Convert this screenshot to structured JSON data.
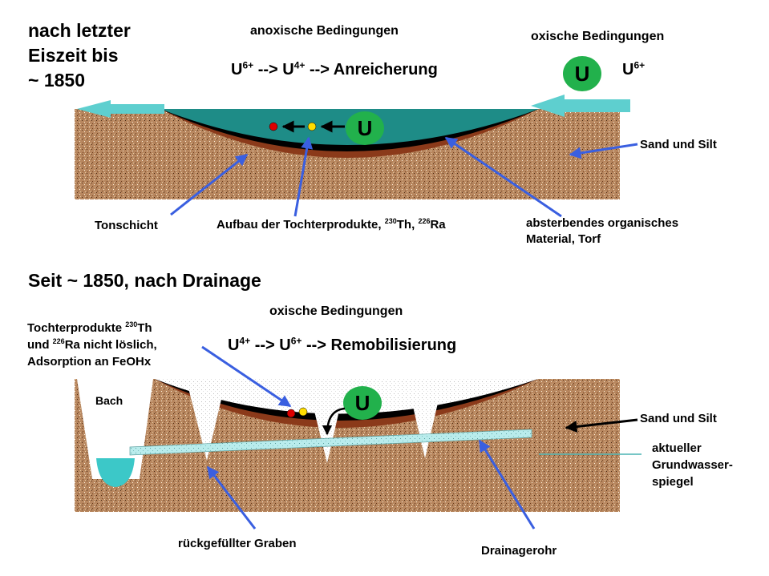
{
  "colors": {
    "sediment": "#b8875f",
    "clay": "#8b3a1a",
    "peat": "#000000",
    "water": "#1e8c87",
    "arrow": "#3a5fe0",
    "u_circle": "#22b14c",
    "daughter_red": "#dd0000",
    "daughter_yellow": "#ffdd00",
    "flow_arrow": "#5ecfcf",
    "drain_pipe": "#a8e4e4",
    "groundwater_line": "#4ab3b3",
    "stream_water": "#3cc8c8"
  },
  "top": {
    "title_line1": "nach letzter",
    "title_line2": "Eiszeit bis",
    "title_line3": "~ 1850",
    "anoxic_heading": "anoxische Bedingungen",
    "oxic_heading": "oxische Bedingungen",
    "reaction": {
      "u6": "U",
      "u6_sup": "6+",
      "arrow1": " --> ",
      "u4": "U",
      "u4_sup": "4+",
      "arrow2": " --> ",
      "result": "Anreicherung"
    },
    "u_label": "U",
    "u6_label": "U",
    "u6_label_sup": "6+",
    "sand_silt": "Sand und Silt",
    "tonschicht": "Tonschicht",
    "daughters": {
      "text": "Aufbau der Tochterprodukte, ",
      "th_sup": "230",
      "th": "Th, ",
      "ra_sup": "226",
      "ra": "Ra"
    },
    "organic_line1": "absterbendes organisches",
    "organic_line2": "Material, Torf"
  },
  "bottom": {
    "title": "Seit ~ 1850, nach Drainage",
    "oxic_heading": "oxische Bedingungen",
    "reaction": {
      "u4": "U",
      "u4_sup": "4+",
      "arrow1": " --> ",
      "u6": "U",
      "u6_sup": "6+",
      "arrow2": " --> ",
      "result": "Remobilisierung"
    },
    "daughters_line1": {
      "text": "Tochterprodukte ",
      "sup": "230",
      "el": "Th"
    },
    "daughters_line2": {
      "text": "und ",
      "sup": "226",
      "el": "Ra nicht löslich,"
    },
    "daughters_line3": "Adsorption an FeOHx",
    "bach": "Bach",
    "u_label": "U",
    "sand_silt": "Sand und Silt",
    "groundwater_line1": "aktueller",
    "groundwater_line2": "Grundwasser-",
    "groundwater_line3": "spiegel",
    "trench": "rückgefüllter Graben",
    "drain": "Drainagerohr"
  }
}
